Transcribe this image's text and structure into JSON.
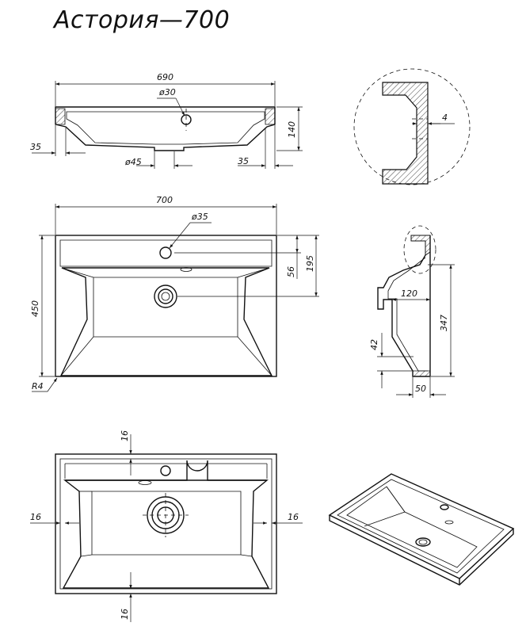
{
  "title": "Астория—700",
  "front_view": {
    "width": "690",
    "hole": "ø30",
    "height": "140",
    "edge_left": "35",
    "drain": "ø45",
    "edge_bottom": "35"
  },
  "detail_view": {
    "wall": "4"
  },
  "top_view": {
    "width": "700",
    "tap_hole": "ø35",
    "depth": "450",
    "offset_a": "56",
    "offset_b": "195",
    "radius": "R4"
  },
  "side_view": {
    "depth": "120",
    "height": "347",
    "step": "42",
    "base": "50"
  },
  "bottom_view": {
    "margin_top": "16",
    "margin_left": "16",
    "margin_right": "16",
    "margin_bottom": "16"
  },
  "colors": {
    "line": "#111111",
    "background": "#ffffff"
  }
}
